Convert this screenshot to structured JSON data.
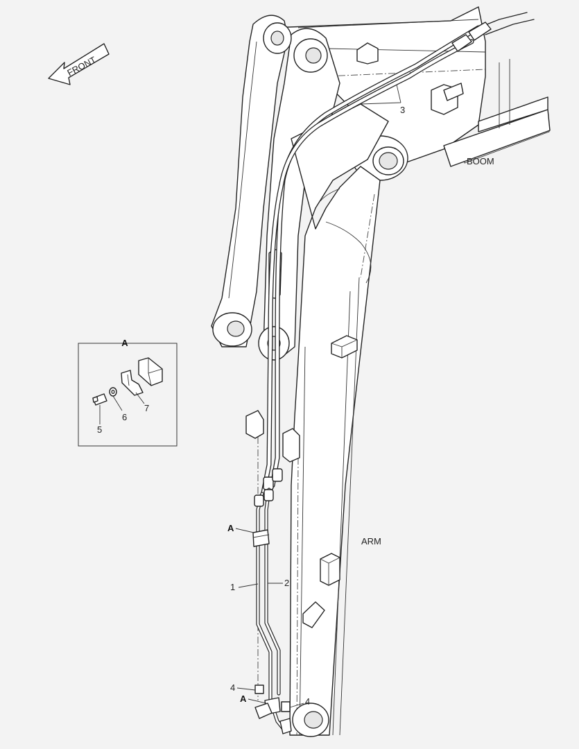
{
  "front_arrow": {
    "label": "FRONT"
  },
  "labels": {
    "boom": "BOOM",
    "arm": "ARM"
  },
  "callouts": {
    "p1": "1",
    "p2": "2",
    "p3": "3",
    "p4_left": "4",
    "p4_right": "4",
    "detail_ref_upper": "A",
    "detail_ref_lower": "A"
  },
  "detail": {
    "title": "A",
    "p5": "5",
    "p6": "6",
    "p7": "7"
  }
}
